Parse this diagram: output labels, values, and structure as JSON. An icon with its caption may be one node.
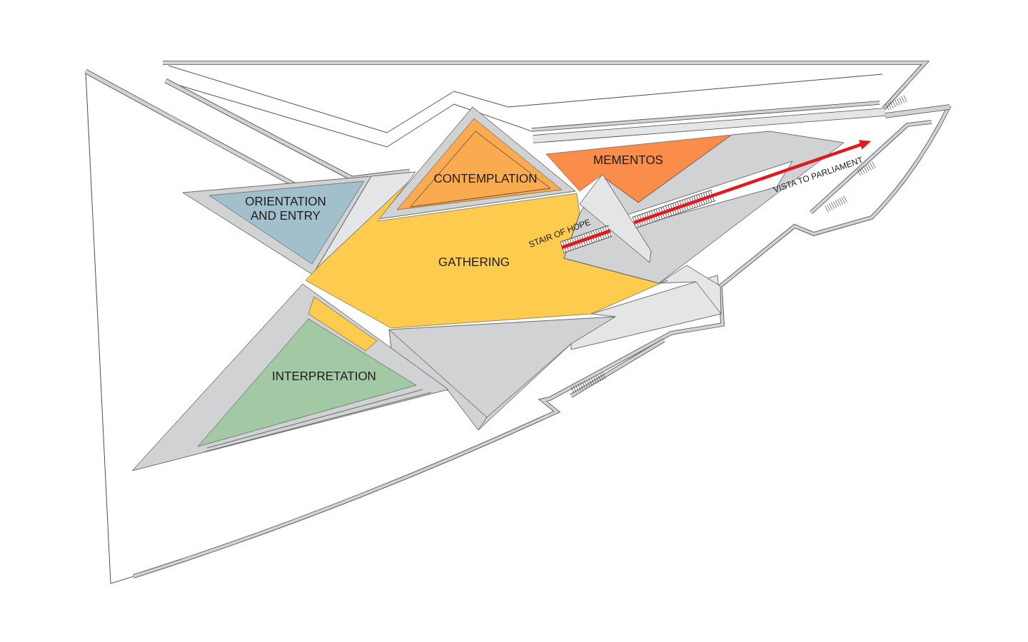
{
  "diagram": {
    "nodes": [
      {
        "text": [
          "ORIENTATION AND ENTRY"
        ]
      },
      {
        "text": [
          "CONTEMPLATION"
        ]
      },
      {
        "text": [
          "MEMENTOS"
        ]
      },
      {
        "text": [
          "GATHERING"
        ]
      },
      {
        "text": [
          "INTERPRETATION"
        ]
      }
    ],
    "labels": [
      "STAIR OF HOPE",
      "VISTA TO PARLIAMENT"
    ]
  }
}
